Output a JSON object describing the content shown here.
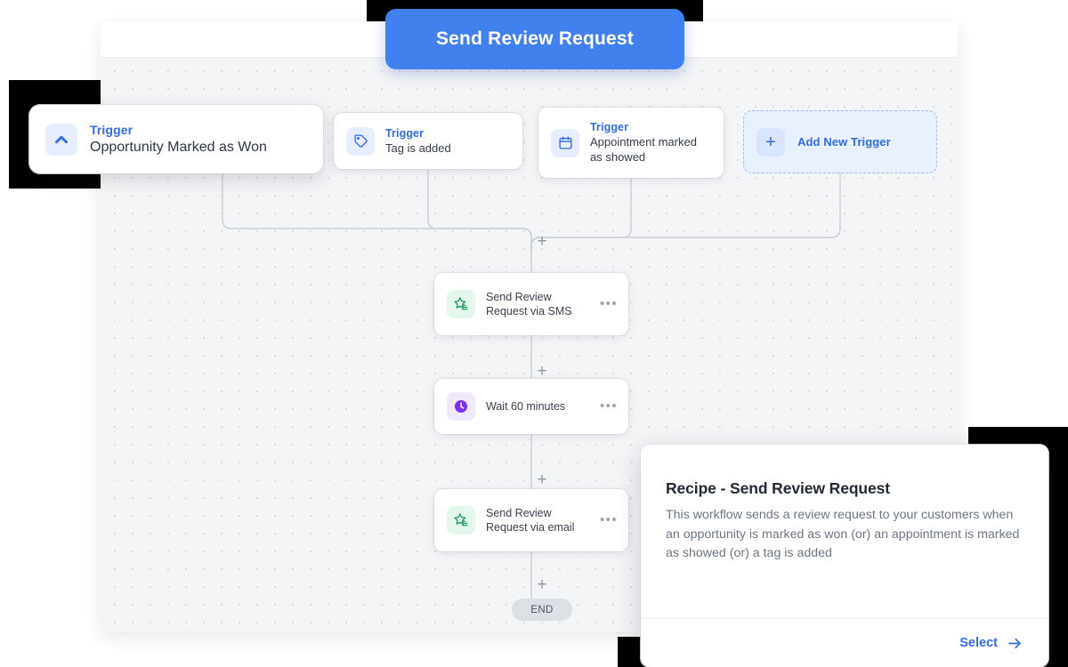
{
  "primary_button": {
    "label": "Send Review Request",
    "color": "#4180ef"
  },
  "canvas": {
    "triggers": [
      {
        "label": "Trigger",
        "title": "Opportunity Marked as Won",
        "icon": "chevron-up-icon"
      },
      {
        "label": "Trigger",
        "title": "Tag is added",
        "icon": "tag-icon"
      },
      {
        "label": "Trigger",
        "title": "Appointment marked as showed",
        "icon": "calendar-icon"
      }
    ],
    "add_trigger": {
      "label": "Add New Trigger",
      "icon": "plus-icon"
    },
    "nodes": [
      {
        "title": "Send Review Request via SMS",
        "icon": "review-star-icon",
        "menu": "•••"
      },
      {
        "title": "Wait 60 minutes",
        "icon": "clock-icon",
        "menu": "•••"
      },
      {
        "title": "Send Review Request via email",
        "icon": "review-star-icon",
        "menu": "•••"
      }
    ],
    "plus_markers": [
      "+",
      "+",
      "+",
      "+"
    ],
    "end_label": "END"
  },
  "recipe": {
    "title": "Recipe - Send Review Request",
    "description": "This workflow sends a review request to your customers when an opportunity is marked as won (or) an appointment is marked as showed (or) a tag is added",
    "select_label": "Select",
    "select_icon": "arrow-right-icon"
  },
  "colors": {
    "accent": "#2f6bed",
    "button": "#4180ef",
    "canvas_bg": "#f4f5f7",
    "icon_green": "#19995e",
    "icon_purple": "#7b2ff2"
  }
}
